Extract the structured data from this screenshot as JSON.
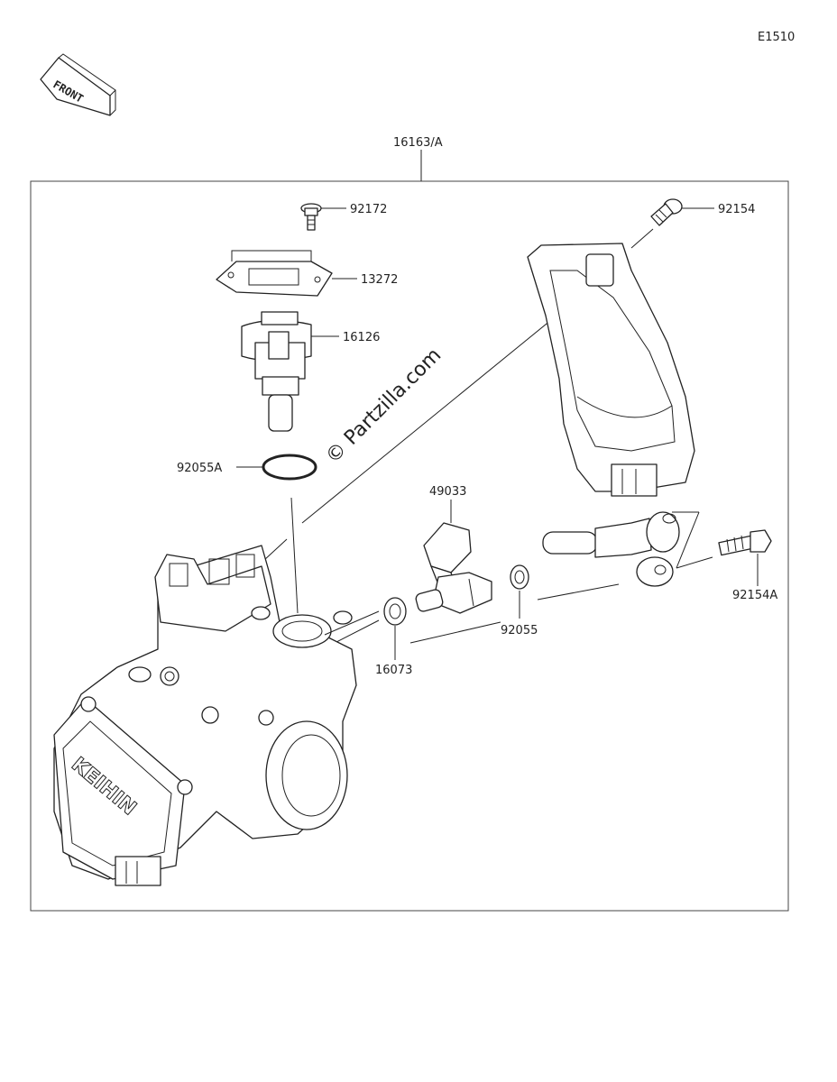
{
  "diagram_code": "E1510",
  "front_label": "FRONT",
  "watermark": "© Partzilla.com",
  "callouts": {
    "assembly": "16163/A",
    "screw": "92172",
    "plate": "13272",
    "sensor_top": "16126",
    "oring_big": "92055A",
    "sensor_side": "49033",
    "oring_small": "92055",
    "washer": "16073",
    "bolt_top": "92154",
    "bolt_side": "92154A"
  }
}
